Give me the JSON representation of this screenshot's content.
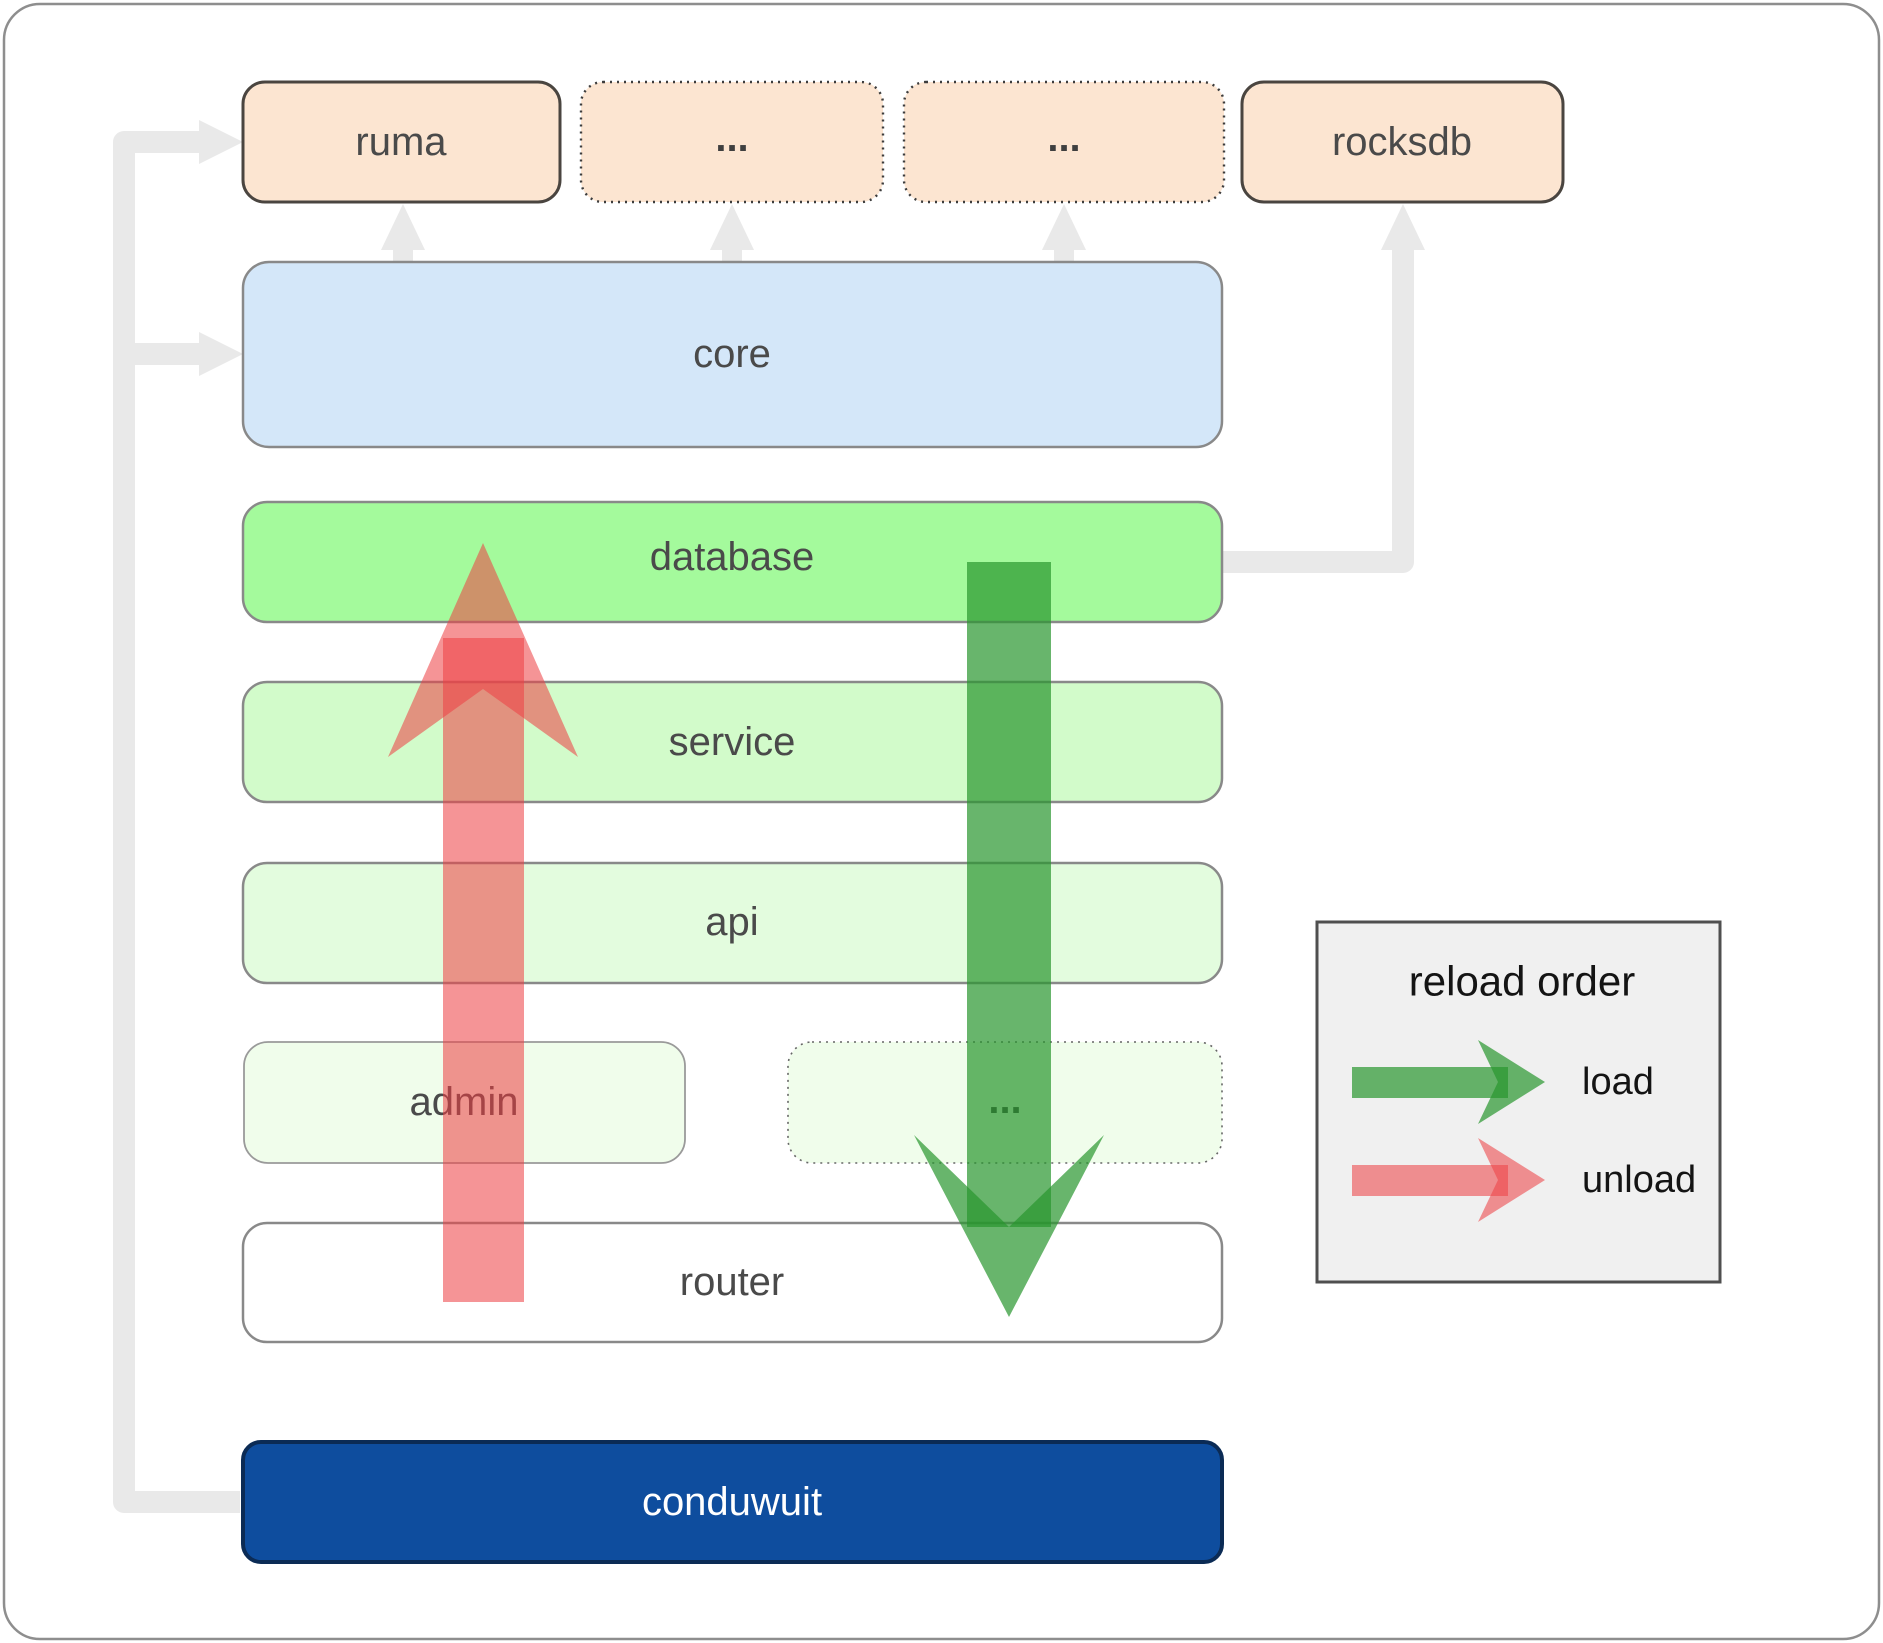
{
  "nodes": {
    "ruma": "ruma",
    "dep_a": "...",
    "dep_b": "...",
    "rocksdb": "rocksdb",
    "core": "core",
    "database": "database",
    "service": "service",
    "api": "api",
    "admin": "admin",
    "admin_more": "...",
    "router": "router",
    "conduwuit": "conduwuit"
  },
  "legend": {
    "title": "reload order",
    "load_label": "load",
    "unload_label": "unload"
  },
  "colors": {
    "crate_fill": "#fce5d1",
    "core_fill": "#d4e7f9",
    "database_fill": "#a4fa9c",
    "service_fill": "#d2fbca",
    "api_fill": "#e3fcde",
    "admin_fill": "#f0fdeb",
    "router_fill": "#ffffff",
    "conduwuit_fill": "#0e4d9e",
    "connector_gray": "#e9e9e9",
    "load_green": "#28962d",
    "unload_red": "#ee4144",
    "legend_bg": "#f0f0f0"
  }
}
